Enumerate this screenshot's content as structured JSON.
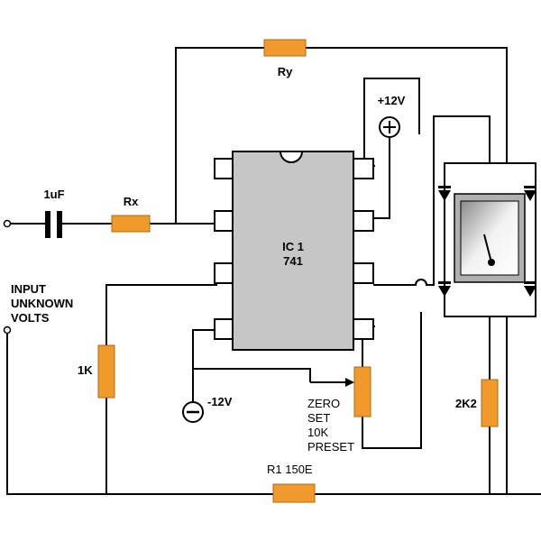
{
  "labels": {
    "ry": "Ry",
    "rx": "Rx",
    "capacitor": "1uF",
    "plus_supply": "+12V",
    "minus_supply": "-12V",
    "ic_line1": "IC 1",
    "ic_line2": "741",
    "input_line1": "INPUT",
    "input_line2": "UNKNOWN",
    "input_line3": "VOLTS",
    "r_1k": "1K",
    "r_2k2": "2K2",
    "r1": "R1 150E",
    "preset_line1": "ZERO",
    "preset_line2": "SET",
    "preset_line3": "10K",
    "preset_line4": "PRESET"
  },
  "colors": {
    "resistor_fill": "#ef9a2a",
    "resistor_stroke": "#b06a10",
    "wire": "#000000",
    "ic_body": "#c6c6c6",
    "meter_gray": "#b0b0b0"
  }
}
